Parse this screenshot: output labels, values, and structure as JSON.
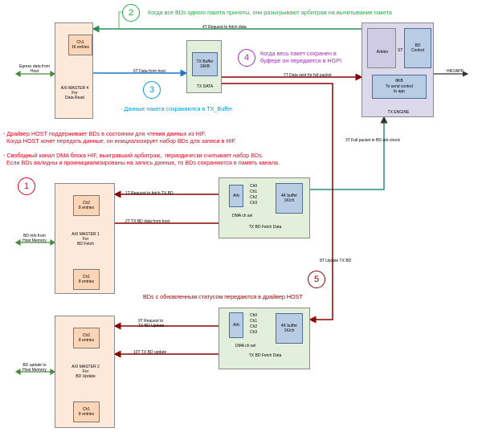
{
  "blocks": {
    "axi4": {
      "title": "AXI MASTER 4\nFor\nData Read",
      "ch1": "Ch1\n16 entries"
    },
    "txdata": {
      "title": "TX DATA",
      "buffer": "TX Buffer\n16KB"
    },
    "engine": {
      "title": "TX ENGINE",
      "arbiter": "Arbiter",
      "bd_control": "BD\nControl",
      "st": "ST",
      "bkb": "8KB\nTo send control\nto app"
    },
    "axi1": {
      "title": "AXI MASTER 1\nFor\nBD Fetch",
      "ch2": "Ch2\n8 entries",
      "ch1": "Ch1\n8 entries"
    },
    "axi2": {
      "title": "AXI MASTER 2\nFor\nBD Update",
      "ch2": "Ch2\n8 entries",
      "ch1": "Ch1\n8 entries"
    },
    "fetch": {
      "title": "TX BD Fetch Data",
      "arb": "Arb",
      "buffer": "4K buffer\n1K/ch",
      "dma": "DMA ch sel",
      "chs": [
        "Ch0",
        "Ch1",
        "Ch2",
        "Ch3"
      ]
    },
    "update": {
      "title": "TX BD Fetch Data",
      "arb": "Arb",
      "buffer": "4K buffer\n1K/ch",
      "dma": "DMA ch sel",
      "chs": [
        "Ch0",
        "Ch1",
        "Ch2",
        "Ch3"
      ]
    }
  },
  "signals": {
    "s4t": "4T Request to fetch data",
    "s6t": "6T Data from host",
    "s7t": "7T Data sent for full packet",
    "s3t": "3T Full packet in BD arb check",
    "s1t": "1T Request to fetch TX BD",
    "s2t": "2T TX BD data from host",
    "s8t": "8T Update TX BD",
    "s9t": "9T Request to\nTX BD Update",
    "s10t": "10T TX BD update",
    "hif2app": "HIF2APP",
    "egress": "Egress data from\nHost",
    "bdinfo": "BD info from\nHost Memory",
    "bdupdate": "BD update to\nHost Memory"
  },
  "notes": {
    "n1_num": "1",
    "n1_lines": "- Драйвер HOST поддерживает BDs в состоянии для чтения данных из HIF.\n  Когда HOST хочет передать данные, он инициализирует набор BDs для записи в HIF.\n\n- Свободный канал DMA блока HIF, выигравший арбитраж,  периодически считывает набор BDs.\n  Если BDs валидны и проинициализированы на запись данных, то BDs сохраняются в память канала.",
    "n2_num": "2",
    "n2": "Когда все BDs одного пакета приняты, они разыгрывают арбитраж на вычитывание пакета",
    "n3_num": "3",
    "n3": "-  Данные пакета сохраняются в TX_Buffer.",
    "n4_num": "4",
    "n4": "Когда весь пакет сохранен в\nбуфере он передается в HGPI",
    "n5_num": "5",
    "n5": "BDs с обновленным статусом передаются в драйвер HOST"
  },
  "colors": {
    "red": "#e0001b",
    "green": "#22a745",
    "blue": "#0099dd",
    "purple": "#9b30b0",
    "darkred": "#8b0000",
    "teal": "#2e8b80"
  }
}
